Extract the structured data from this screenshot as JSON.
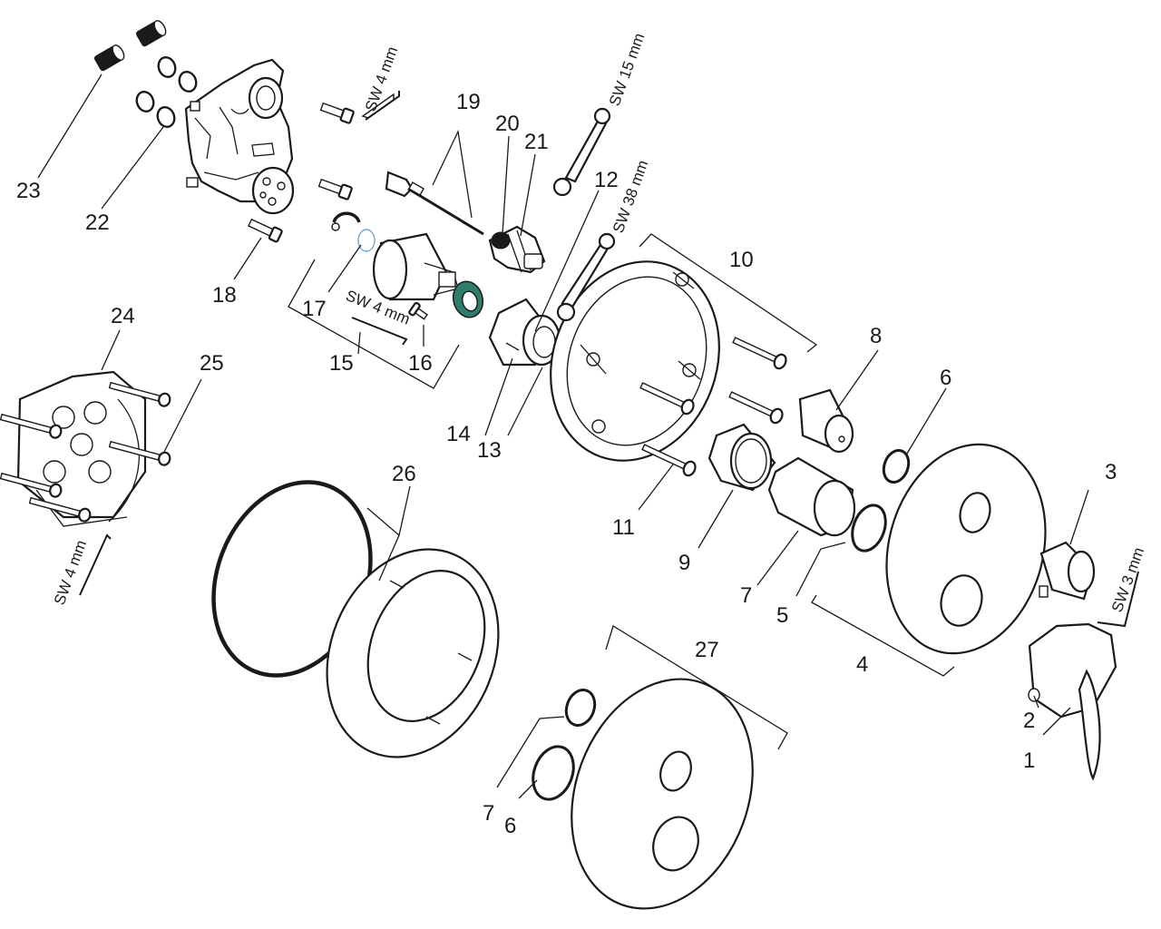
{
  "callouts": [
    {
      "id": "1",
      "text": "1"
    },
    {
      "id": "2",
      "text": "2"
    },
    {
      "id": "3",
      "text": "3"
    },
    {
      "id": "4",
      "text": "4"
    },
    {
      "id": "5",
      "text": "5"
    },
    {
      "id": "6a",
      "text": "6"
    },
    {
      "id": "6b",
      "text": "6"
    },
    {
      "id": "7a",
      "text": "7"
    },
    {
      "id": "7b",
      "text": "7"
    },
    {
      "id": "8",
      "text": "8"
    },
    {
      "id": "9",
      "text": "9"
    },
    {
      "id": "10",
      "text": "10"
    },
    {
      "id": "11",
      "text": "11"
    },
    {
      "id": "12",
      "text": "12"
    },
    {
      "id": "13",
      "text": "13"
    },
    {
      "id": "14",
      "text": "14"
    },
    {
      "id": "15",
      "text": "15"
    },
    {
      "id": "16",
      "text": "16"
    },
    {
      "id": "17",
      "text": "17"
    },
    {
      "id": "18",
      "text": "18"
    },
    {
      "id": "19",
      "text": "19"
    },
    {
      "id": "20",
      "text": "20"
    },
    {
      "id": "21",
      "text": "21"
    },
    {
      "id": "22",
      "text": "22"
    },
    {
      "id": "23",
      "text": "23"
    },
    {
      "id": "24",
      "text": "24"
    },
    {
      "id": "25",
      "text": "25"
    },
    {
      "id": "26",
      "text": "26"
    },
    {
      "id": "27",
      "text": "27"
    }
  ],
  "tools": [
    {
      "id": "sw4-top",
      "text": "SW 4 mm",
      "icon": "hex-key-icon"
    },
    {
      "id": "sw15",
      "text": "SW 15 mm",
      "icon": "wrench-icon"
    },
    {
      "id": "sw38",
      "text": "SW 38 mm",
      "icon": "wrench-icon"
    },
    {
      "id": "sw4-mid",
      "text": "SW 4 mm",
      "icon": "hex-key-icon"
    },
    {
      "id": "sw4-left",
      "text": "SW 4 mm",
      "icon": "hex-key-icon"
    },
    {
      "id": "sw3",
      "text": "SW 3 mm",
      "icon": "hex-key-icon"
    }
  ],
  "colors": {
    "line": "#1a1a1a",
    "accent": "#2e7d6b",
    "background": "#ffffff"
  }
}
